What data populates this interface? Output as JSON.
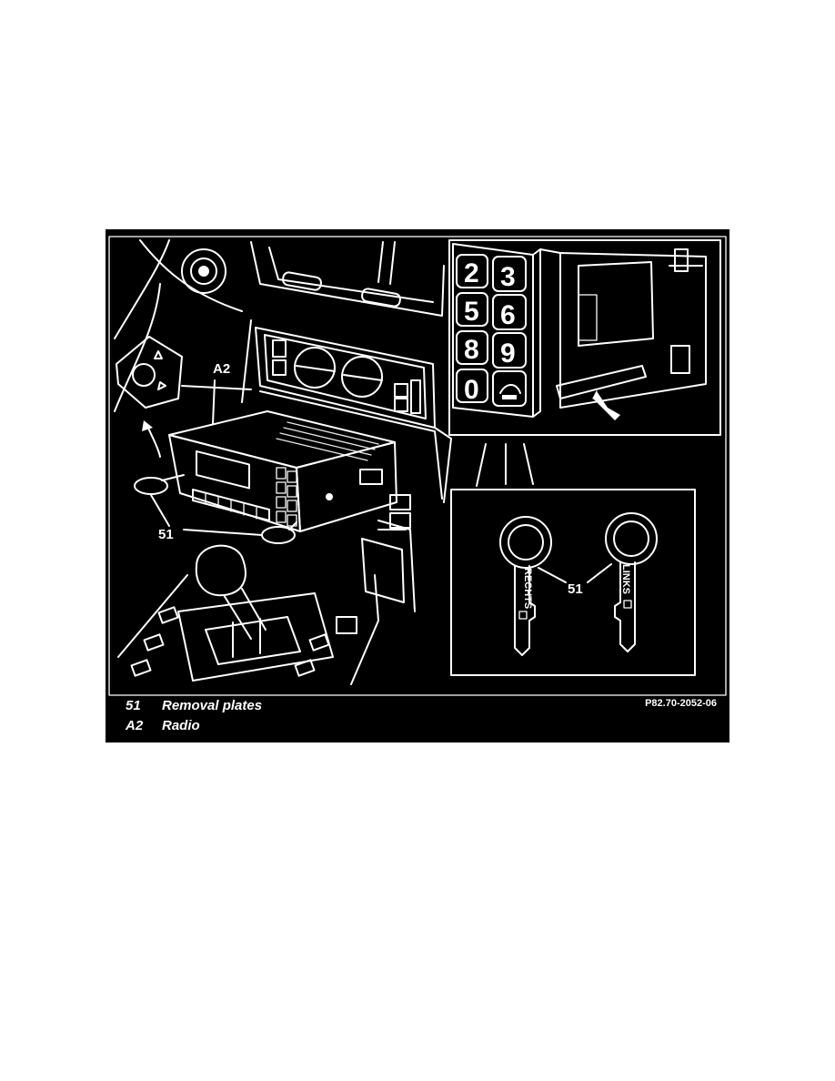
{
  "figure": {
    "callouts": {
      "radio": "A2",
      "plates_main": "51",
      "plates_detail": "51"
    },
    "detail_keypad": [
      "2",
      "3",
      "5",
      "6",
      "8",
      "9",
      "0"
    ],
    "tool_labels": {
      "right_tool": "RECHTS",
      "left_tool": "LINKS"
    },
    "legend": [
      {
        "code": "51",
        "text": "Removal plates"
      },
      {
        "code": "A2",
        "text": "Radio"
      }
    ],
    "reference": "P82.70-2052-06"
  }
}
